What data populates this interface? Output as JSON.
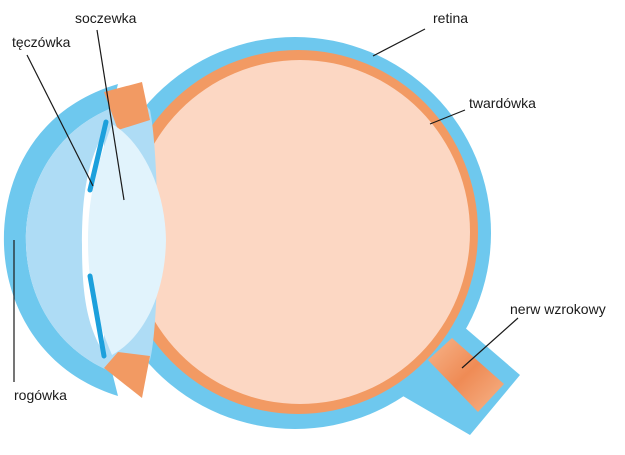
{
  "diagram": {
    "labels": {
      "soczewka": "soczewka",
      "teczowka": "tęczówka",
      "retina": "retina",
      "twardowka": "twardówka",
      "nerw": "nerw wzrokowy",
      "rogowka": "rogówka"
    },
    "colors": {
      "sclera": "#6ec8ee",
      "cornea_fill": "#aedcf5",
      "retina_band": "#f29a63",
      "vitreous": "#fcd7c3",
      "lens": "#e1f3fc",
      "iris": "#1ca0dc",
      "nerve_core": "#ef8b55",
      "line": "#1a1a1a"
    }
  }
}
